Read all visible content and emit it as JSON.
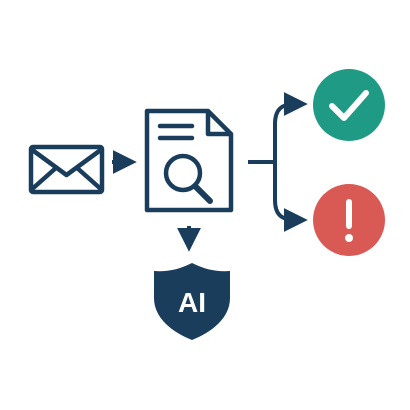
{
  "diagram": {
    "nodes": [
      {
        "id": "email",
        "icon": "envelope-icon"
      },
      {
        "id": "document",
        "icon": "document-search-icon"
      },
      {
        "id": "ai",
        "icon": "ai-shield-icon",
        "label": "AI"
      },
      {
        "id": "approved",
        "icon": "checkmark-circle-icon"
      },
      {
        "id": "flagged",
        "icon": "exclamation-circle-icon"
      }
    ],
    "edges": [
      {
        "from": "email",
        "to": "document"
      },
      {
        "from": "document",
        "to": "ai"
      },
      {
        "from": "document",
        "to": "approved"
      },
      {
        "from": "document",
        "to": "flagged"
      }
    ]
  },
  "ai_shield": {
    "label": "AI"
  },
  "colors": {
    "navy": "#1a3d5c",
    "green": "#1e9a85",
    "red": "#d95a55",
    "white": "#ffffff"
  }
}
